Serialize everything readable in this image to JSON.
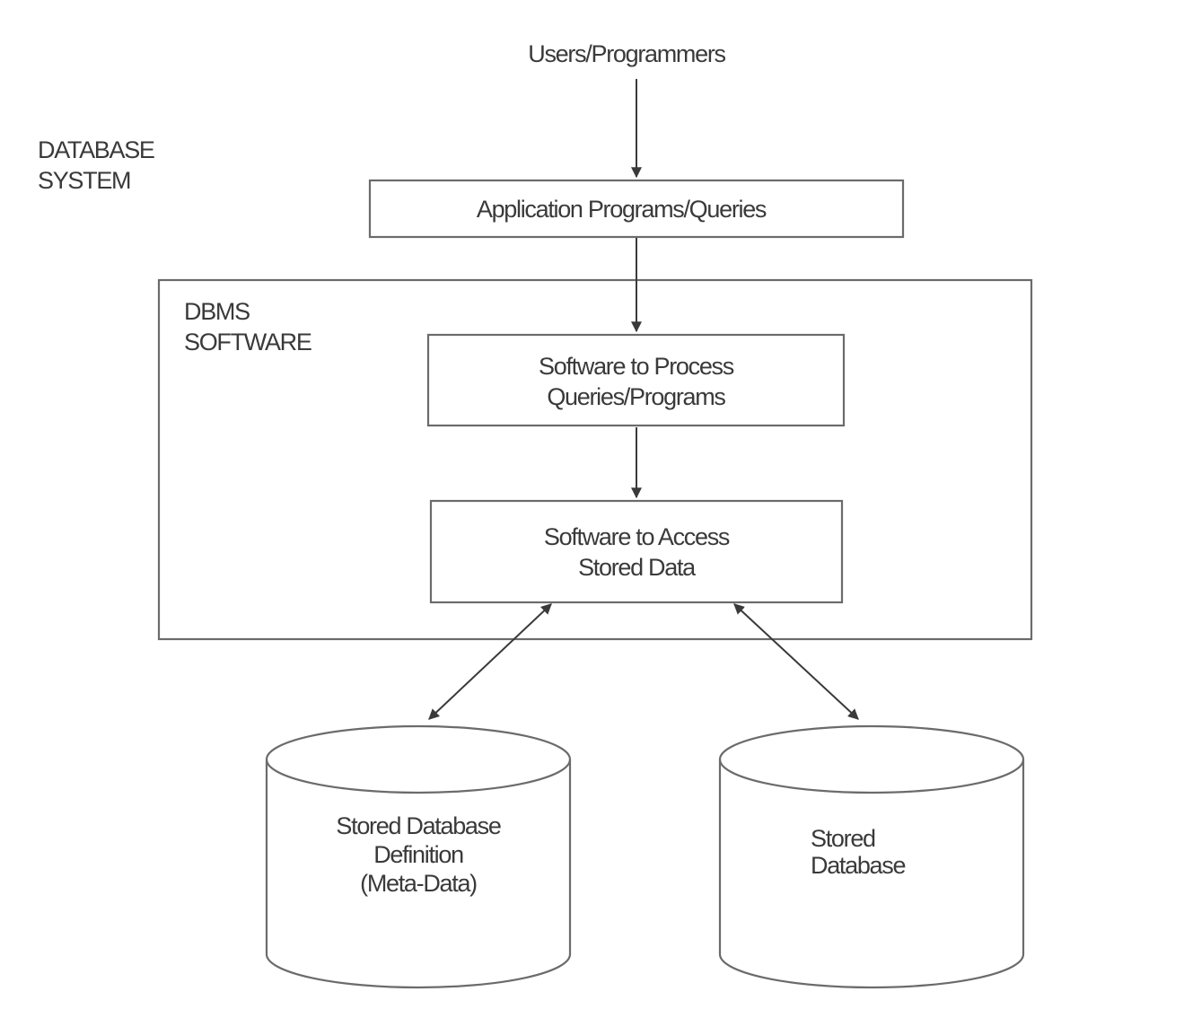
{
  "users": "Users/Programmers",
  "system_label": [
    "DATABASE",
    "SYSTEM"
  ],
  "app_box": "Application Programs/Queries",
  "dbms_label": [
    "DBMS",
    "SOFTWARE"
  ],
  "process_box": [
    "Software to Process",
    "Queries/Programs"
  ],
  "access_box": [
    "Software to Access",
    "Stored Data"
  ],
  "metadata_db": [
    "Stored Database",
    "Definition",
    "(Meta-Data)"
  ],
  "stored_db": [
    "Stored",
    "Database"
  ],
  "colors": {
    "line": "#6b6b6b",
    "text": "#3a3a3a",
    "background": "#ffffff"
  }
}
